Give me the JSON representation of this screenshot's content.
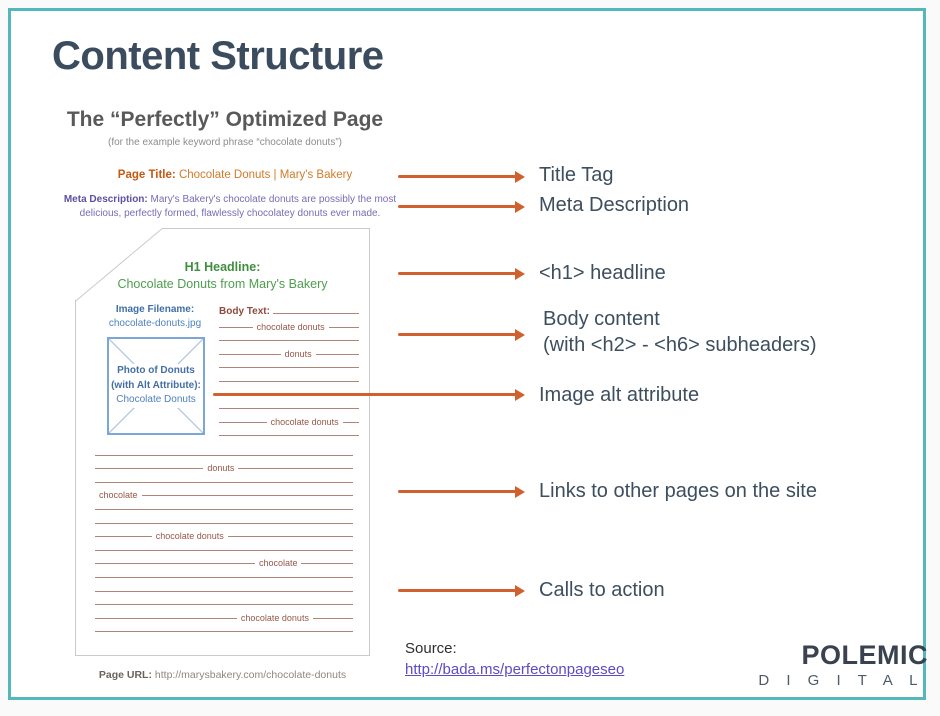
{
  "slide": {
    "title": "Content Structure"
  },
  "diagram": {
    "heading": "The “Perfectly” Optimized Page",
    "subheading": "(for the example keyword phrase “chocolate donuts”)",
    "page_title": {
      "label": "Page Title:",
      "value": "Chocolate Donuts | Mary's Bakery"
    },
    "meta_description": {
      "label": "Meta Description:",
      "value": "Mary's Bakery's chocolate donuts are possibly the most delicious, perfectly formed, flawlessly chocolatey donuts ever made."
    },
    "h1": {
      "label": "H1 Headline:",
      "value": "Chocolate Donuts from Mary's Bakery"
    },
    "image_filename": {
      "label": "Image Filename:",
      "value": "chocolate-donuts.jpg"
    },
    "photo": {
      "line1": "Photo of Donuts",
      "line2": "(with Alt Attribute):",
      "line3": "Chocolate Donuts"
    },
    "body_text_label": "Body Text:",
    "body_lines": [
      {
        "text": "chocolate donuts",
        "pos": 24
      },
      {},
      {
        "text": "donuts",
        "pos": 44
      },
      {},
      {},
      {},
      {},
      {
        "text": "chocolate donuts",
        "pos": 34
      },
      {}
    ],
    "page_lines": [
      {},
      {
        "text": "donuts",
        "pos": 42
      },
      {},
      {
        "text": "chocolate",
        "pos": 0
      },
      {},
      {},
      {
        "text": "chocolate donuts",
        "pos": 22
      },
      {},
      {
        "text": "chocolate",
        "pos": 62
      },
      {},
      {},
      {},
      {
        "text": "chocolate donuts",
        "pos": 55
      },
      {}
    ],
    "page_url": {
      "label": "Page URL:",
      "value": "http://marysbakery.com/chocolate-donuts"
    }
  },
  "annotations": {
    "title_tag": "Title Tag",
    "meta_description": "Meta Description",
    "h1_headline": "<h1> headline",
    "body_content_line1": "Body content",
    "body_content_line2": "(with <h2> - <h6> subheaders)",
    "image_alt": "Image alt attribute",
    "links": "Links to other pages on the site",
    "calls_to_action": "Calls to action"
  },
  "source": {
    "label": "Source:",
    "url": "http://bada.ms/perfectonpageseo"
  },
  "logo": {
    "line1": "POLEMIC",
    "line2": "D I G I T A L"
  },
  "colors": {
    "accent_arrow": "#d0602e",
    "frame_teal": "#54b7b9",
    "heading_slate": "#3b4c5e"
  }
}
